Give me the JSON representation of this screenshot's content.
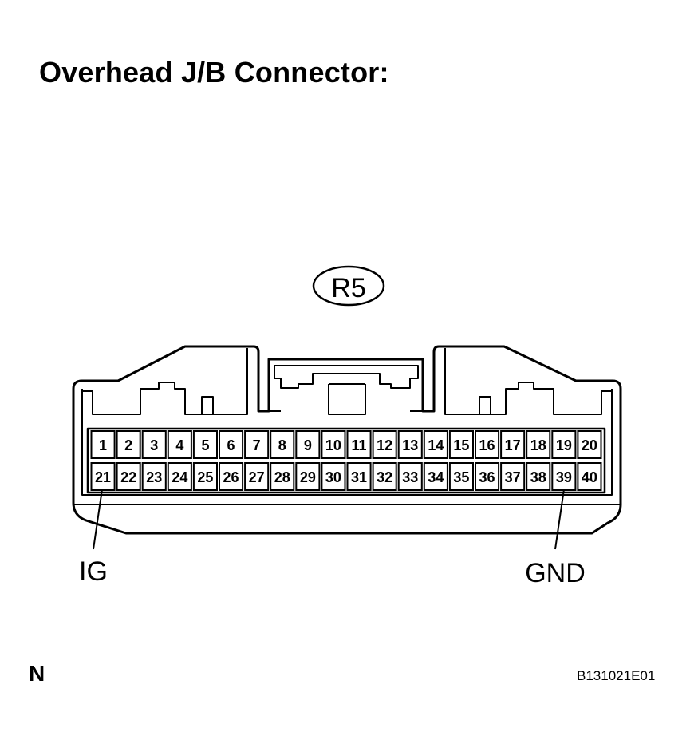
{
  "title": "Overhead J/B Connector:",
  "connector_id": "R5",
  "pins": {
    "top": [
      "1",
      "2",
      "3",
      "4",
      "5",
      "6",
      "7",
      "8",
      "9",
      "10",
      "11",
      "12",
      "13",
      "14",
      "15",
      "16",
      "17",
      "18",
      "19",
      "20"
    ],
    "bottom": [
      "21",
      "22",
      "23",
      "24",
      "25",
      "26",
      "27",
      "28",
      "29",
      "30",
      "31",
      "32",
      "33",
      "34",
      "35",
      "36",
      "37",
      "38",
      "39",
      "40"
    ]
  },
  "callouts": {
    "ig": {
      "label": "IG",
      "pin": "21"
    },
    "gnd": {
      "label": "GND",
      "pin": "39"
    }
  },
  "footer": {
    "left": "N",
    "right": "B131021E01"
  }
}
